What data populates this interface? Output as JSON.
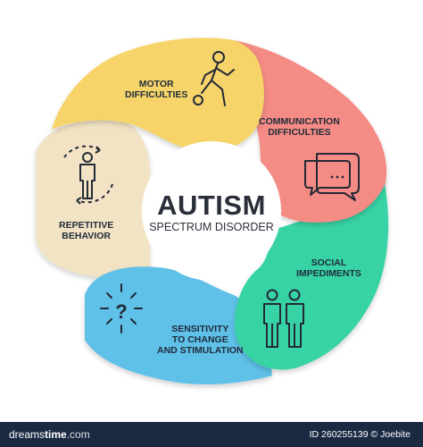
{
  "center": {
    "title": "AUTISM",
    "subtitle": "SPECTRUM DISORDER"
  },
  "segments": [
    {
      "id": "motor",
      "line1": "MOTOR",
      "line2": "DIFFICULTIES",
      "color": "#f7d46a",
      "icon": "person-kicking-ball-icon"
    },
    {
      "id": "communication",
      "line1": "COMMUNICATION",
      "line2": "DIFFICULTIES",
      "color": "#f48b84",
      "icon": "speech-bubbles-icon"
    },
    {
      "id": "social",
      "line1": "SOCIAL",
      "line2": "IMPEDIMENTS",
      "color": "#39d3a5",
      "icon": "two-people-icon"
    },
    {
      "id": "sensitivity",
      "line1": "SENSITIVITY",
      "line2": "TO CHANGE",
      "line3": "AND STIMULATION",
      "color": "#5fc0e8",
      "icon": "question-mark-icon"
    },
    {
      "id": "repetitive",
      "line1": "REPETITIVE",
      "line2": "BEHAVIOR",
      "color": "#f2e3c4",
      "icon": "person-cycle-icon"
    }
  ],
  "footer": {
    "brand_left": "dreams",
    "brand_right": "time",
    "brand_suffix": ".com",
    "credit": "ID 260255139 © Joebite",
    "bg": "#1b2a43"
  }
}
